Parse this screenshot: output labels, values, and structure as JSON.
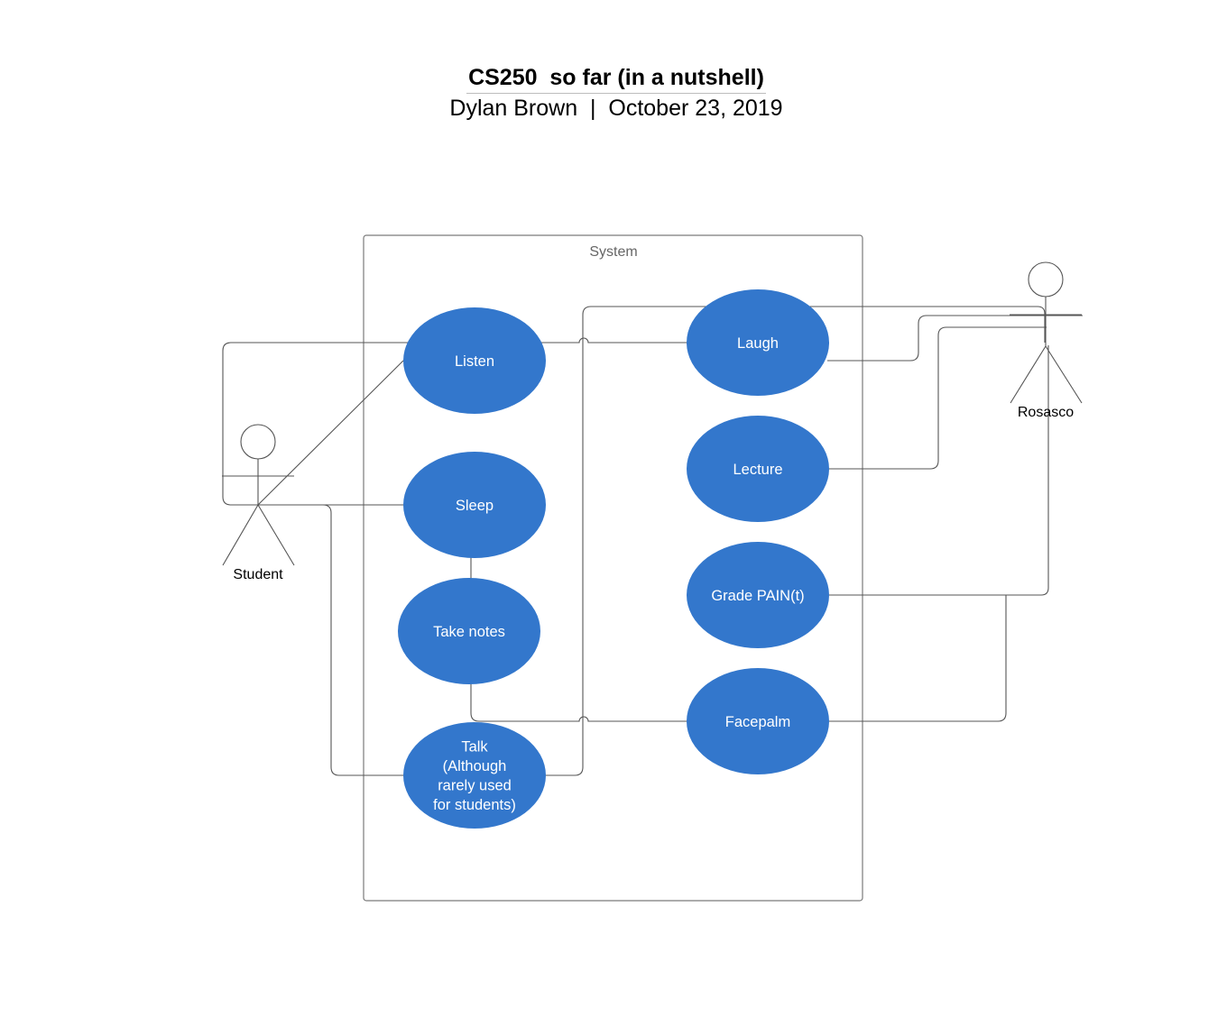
{
  "header": {
    "title": "CS250  so far (in a nutshell)",
    "subtitle": "Dylan Brown  |  October 23, 2019"
  },
  "system": {
    "label": "System"
  },
  "actors": {
    "student": "Student",
    "rosasco": "Rosasco"
  },
  "use_cases": {
    "listen": [
      "Listen"
    ],
    "sleep": [
      "Sleep"
    ],
    "take_notes": [
      "Take notes"
    ],
    "talk": [
      "Talk",
      "(Although",
      "rarely used",
      "for students)"
    ],
    "laugh": [
      "Laugh"
    ],
    "lecture": [
      "Lecture"
    ],
    "grade": [
      "Grade PAIN(t)"
    ],
    "facepalm": [
      "Facepalm"
    ]
  },
  "colors": {
    "use_case_fill": "#3377cc",
    "use_case_text": "#ffffff",
    "line": "#555555",
    "system_border": "#7a7a7a"
  }
}
